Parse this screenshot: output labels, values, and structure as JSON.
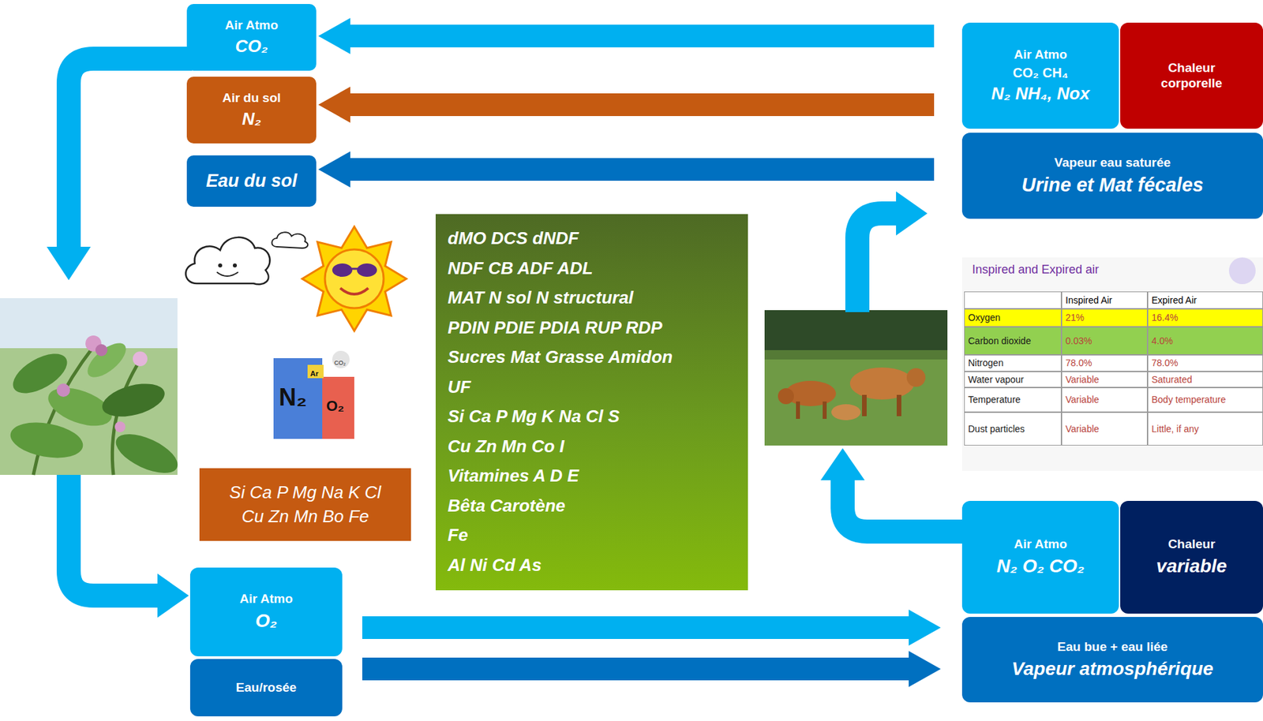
{
  "diagram": {
    "nodes": [
      {
        "text": [
          "Air Atmo",
          "CO₂"
        ]
      },
      {
        "text": [
          "Air du sol",
          "N₂"
        ]
      },
      {
        "text": [
          "Eau du sol"
        ]
      },
      {
        "text": [
          "Air Atmo",
          "CO₂ CH₄",
          "N₂ NH₄, Nox"
        ]
      },
      {
        "text": [
          "Chaleur corporelle"
        ]
      },
      {
        "text": [
          "Vapeur eau saturée",
          "Urine et Mat fécales"
        ]
      },
      {
        "text": [
          "dMO DCS dNDF",
          "NDF CB ADF ADL",
          "MAT N sol N structural",
          "PDIN PDIE PDIA RUP RDP",
          "Sucres Mat Grasse Amidon",
          "UF",
          "Si Ca P Mg K Na Cl S",
          "Cu Zn Mn Co I",
          "Vitamines A D E",
          "Bêta Carotène",
          "Fe",
          "Al Ni Cd As"
        ]
      },
      {
        "text": [
          "Si Ca P Mg Na K Cl",
          "Cu Zn Mn Bo Fe"
        ]
      },
      {
        "text": [
          "Air Atmo",
          "N₂ O₂ CO₂"
        ]
      },
      {
        "text": [
          "Chaleur",
          "variable"
        ]
      },
      {
        "text": [
          "Eau bue + eau liée",
          "Vapeur atmosphérique"
        ]
      },
      {
        "text": [
          "Air Atmo",
          "O₂"
        ]
      },
      {
        "text": [
          "Eau/rosée"
        ]
      }
    ],
    "edges": [
      {
        "from": 3,
        "to": 0,
        "arrow": "to"
      },
      {
        "from": 3,
        "to": 1,
        "arrow": "to"
      },
      {
        "from": 5,
        "to": 2,
        "arrow": "to"
      },
      {
        "from": 11,
        "to": 10,
        "arrow": "to"
      },
      {
        "from": 12,
        "to": 10,
        "arrow": "to"
      }
    ],
    "labels": [
      "Inspired and Expired air",
      "Inspired Air",
      "Expired Air",
      "Oxygen",
      "21%",
      "16.4%",
      "Carbon dioxide",
      "0.03%",
      "4.0%",
      "Nitrogen",
      "78.0%",
      "78.0%",
      "Water vapour",
      "Variable",
      "Saturated",
      "Temperature",
      "Variable",
      "Body temperature",
      "Dust particles",
      "Variable",
      "Little, if any",
      "N₂",
      "O₂",
      "Ar",
      "CO₂"
    ]
  }
}
